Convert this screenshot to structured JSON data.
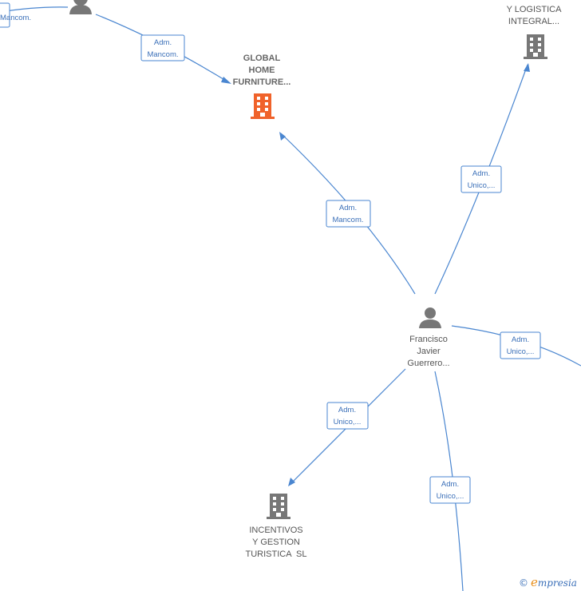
{
  "nodes": {
    "global_home": {
      "lines": [
        "GLOBAL",
        "HOME",
        "FURNITURE..."
      ],
      "color": "#f0622a"
    },
    "top_right": {
      "lines": [
        "Y LOGISTICA",
        "INTEGRAL..."
      ],
      "color": "#777777"
    },
    "francisco": {
      "lines": [
        "Francisco",
        "Javier",
        "Guerrero..."
      ]
    },
    "incentivos": {
      "lines": [
        "INCENTIVOS",
        "Y GESTION",
        "TURISTICA  SL"
      ],
      "color": "#777777"
    }
  },
  "edges": [
    {
      "id": "e1",
      "label": [
        "Adm.",
        "Mancom."
      ]
    },
    {
      "id": "e2",
      "label": [
        "Adm.",
        "Mancom."
      ]
    },
    {
      "id": "e3",
      "label": [
        "Adm.",
        "Unico,..."
      ]
    },
    {
      "id": "e4",
      "label": [
        "Adm.",
        "Unico,..."
      ]
    },
    {
      "id": "e5",
      "label": [
        "Adm.",
        "Unico,..."
      ]
    },
    {
      "id": "e6",
      "label": [
        "Adm.",
        "Unico,..."
      ]
    }
  ],
  "brand": {
    "name": "mpresia",
    "initial": "e",
    "copyright": "©"
  },
  "colors": {
    "edge": "#4a86d0",
    "person": "#777777",
    "building_main": "#f0622a",
    "building": "#777777"
  }
}
